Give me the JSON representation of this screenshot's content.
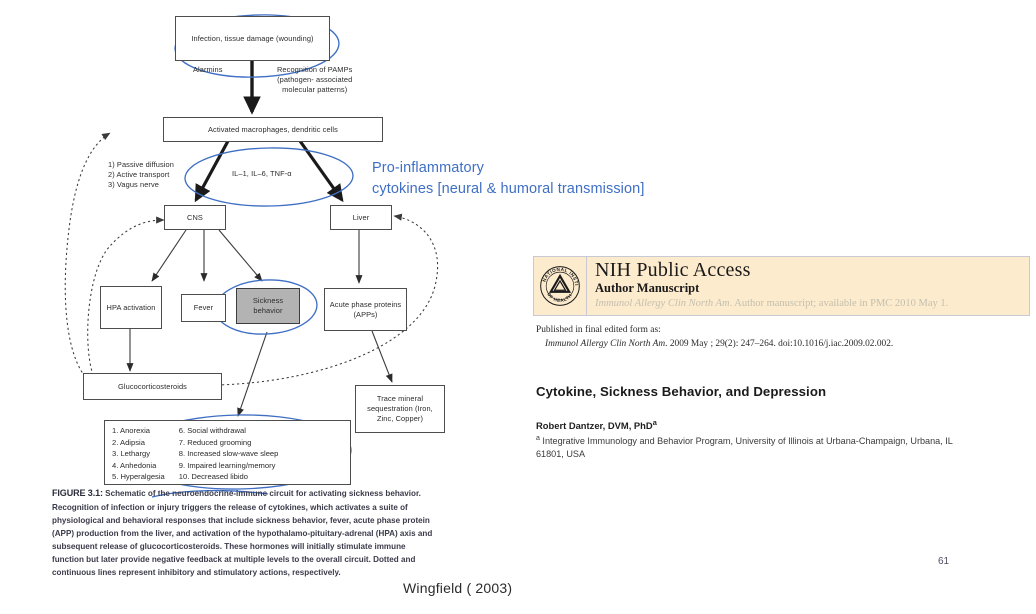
{
  "figure": {
    "nodes": {
      "infection": "Infection,\ntissue damage (wounding)",
      "macrophages": "Activated macrophages, dendritic cells",
      "cns": "CNS",
      "liver": "Liver",
      "hpa": "HPA\nactivation",
      "fever": "Fever",
      "sickness": "Sickness\nbehavior",
      "app": "Acute phase\nproteins (APPs)",
      "glucocorticosteroids": "Glucocorticosteroids",
      "trace_mineral": "Trace mineral\nsequestration\n(Iron, Zinc, Copper)"
    },
    "edge_labels": {
      "alarmins": "Alarmins",
      "pamps": "Recognition of PAMPs\n(pathogen- associated\nmolecular patterns)",
      "cytokines": "IL–1, IL–6, TNF-α",
      "routes": "1) Passive diffusion\n2) Active transport\n3) Vagus nerve"
    },
    "symptom_list": {
      "left": [
        "1. Anorexia",
        "2. Adipsia",
        "3. Lethargy",
        "4. Anhedonia",
        "5. Hyperalgesia"
      ],
      "right": [
        "6. Social withdrawal",
        "7. Reduced grooming",
        "8. Increased slow-wave sleep",
        "9. Impaired learning/memory",
        "10. Decreased libido"
      ]
    },
    "caption": {
      "figure_number": "FIGURE 3.1:",
      "text": " Schematic of the neuroendocrine-immune circuit for activating sickness behavior. Recognition of infection or injury triggers the release of cytokines, which activates a suite of physiological and behavioral responses that include sickness behavior, fever, acute phase protein (APP) production from the liver, and activation of the hypothalamo-pituitary-adrenal (HPA) axis and subsequent release of glucocorticosteroids. These hormones will initially stimulate immune function but later provide negative feedback at multiple levels to the overall circuit. Dotted and continuous lines represent inhibitory and stimulatory actions, respectively."
    }
  },
  "annotations": {
    "blue_note": "Pro-inflammatory\n cytokines [neural & humoral transmission]",
    "citation": "Wingfield ( 2003)",
    "accent_color": "#3f6fc4"
  },
  "paper": {
    "banner": {
      "title": "NIH Public Access",
      "subtitle": "Author Manuscript",
      "journal_italic": "Immunol Allergy Clin North Am",
      "journal_rest": ". Author manuscript; available in PMC 2010 May 1.",
      "logo_alt": "National Institutes of Health seal",
      "background": "#fdebcd"
    },
    "published_label": "Published in final edited form as:",
    "published_citation_italic": "Immunol Allergy Clin North Am",
    "published_citation_rest": ". 2009 May ; 29(2): 247–264. doi:10.1016/j.iac.2009.02.002.",
    "article_title": "Cytokine, Sickness Behavior, and Depression",
    "author": "Robert Dantzer, DVM, PhD",
    "author_sup": "a",
    "affiliation_sup": "a",
    "affiliation": " Integrative Immunology and Behavior Program, University of Illinois at Urbana-Champaign, Urbana, IL 61801, USA"
  },
  "slide": {
    "page_number": "61"
  }
}
